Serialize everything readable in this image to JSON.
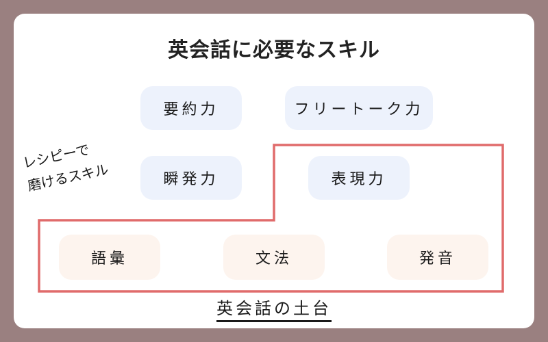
{
  "title": "英会話に必要なスキル",
  "side_note": {
    "line1": "レシピーで",
    "line2": "磨けるスキル"
  },
  "upper_skills": [
    {
      "label": "要約力"
    },
    {
      "label": "フリートーク力"
    },
    {
      "label": "瞬発力"
    },
    {
      "label": "表現力"
    }
  ],
  "foundation_skills": [
    {
      "label": "語彙"
    },
    {
      "label": "文法"
    },
    {
      "label": "発音"
    }
  ],
  "foundation_label": "英会話の土台",
  "colors": {
    "background": "#9a8080",
    "card": "#ffffff",
    "upper_pill": "#edf2fc",
    "foundation_pill": "#fdf4ee",
    "frame_outline": "#e06b6b"
  }
}
